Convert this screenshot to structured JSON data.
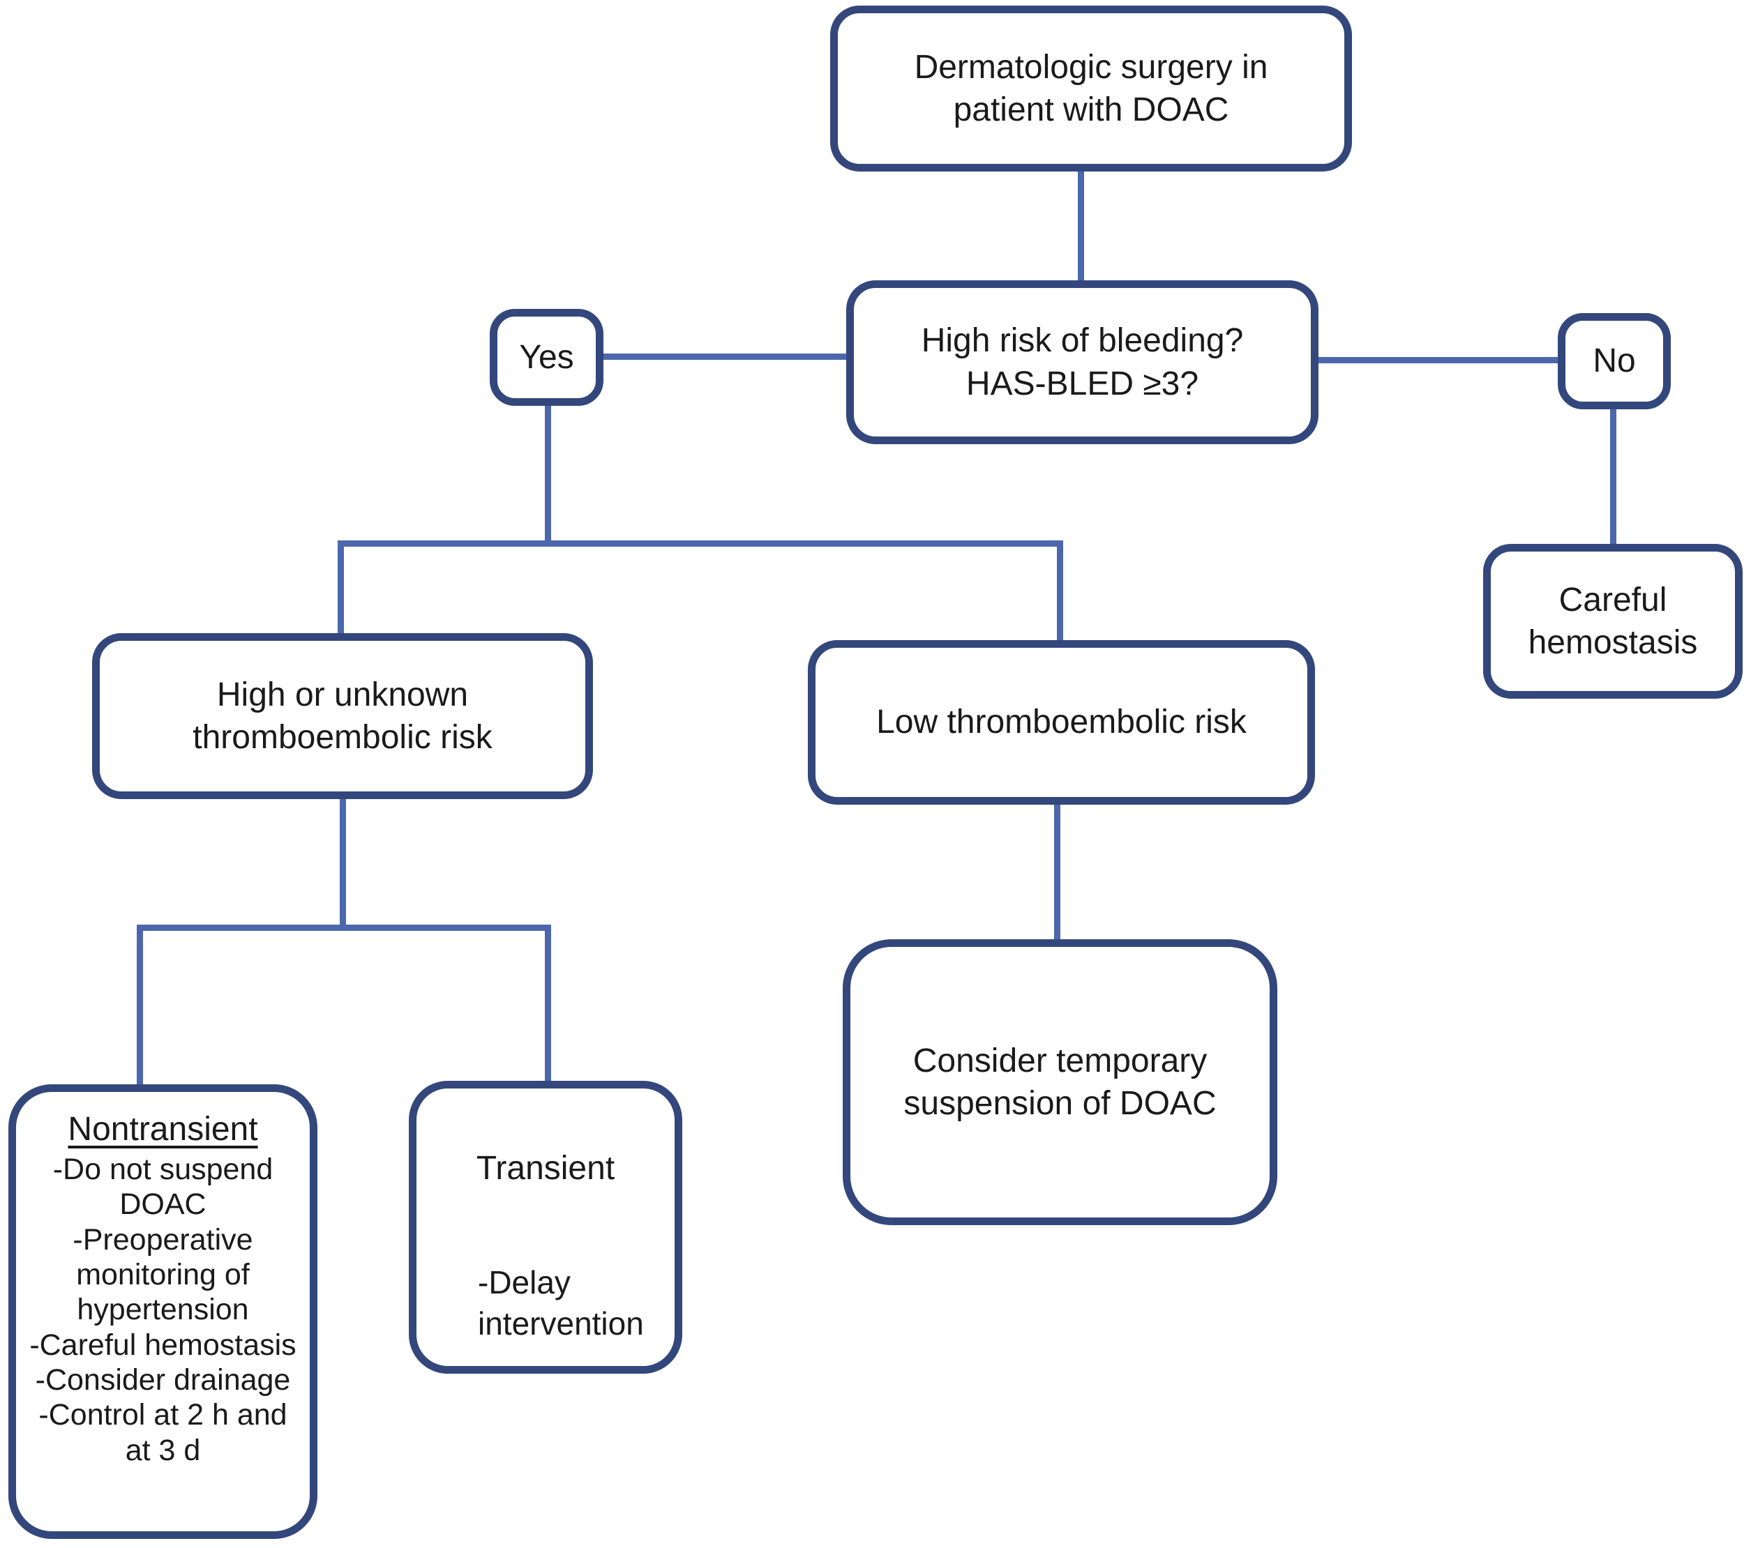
{
  "colors": {
    "border": "#33477C",
    "connector": "#4C67AE",
    "text": "#1A1A1A",
    "background": "#FFFFFF"
  },
  "nodes": {
    "start": {
      "line1": "Dermatologic surgery in",
      "line2": "patient with DOAC"
    },
    "bleeding_question": {
      "line1": "High risk of bleeding?",
      "line2": "HAS-BLED ≥3?"
    },
    "yes": {
      "label": "Yes"
    },
    "no": {
      "label": "No"
    },
    "careful_hemostasis": {
      "line1": "Careful",
      "line2": "hemostasis"
    },
    "high_unknown_risk": {
      "line1": "High or unknown",
      "line2": "thromboembolic risk"
    },
    "low_risk": {
      "label": "Low thromboembolic risk"
    },
    "consider_suspension": {
      "line1": "Consider temporary",
      "line2": "suspension of DOAC"
    },
    "nontransient": {
      "heading": "Nontransient",
      "items": [
        "-Do not suspend DOAC",
        "-Preoperative monitoring of hypertension",
        "-Careful hemostasis",
        "-Consider drainage",
        "-Control at 2 h and at 3 d"
      ]
    },
    "transient": {
      "heading": "Transient",
      "items": [
        "-Delay intervention"
      ]
    }
  }
}
